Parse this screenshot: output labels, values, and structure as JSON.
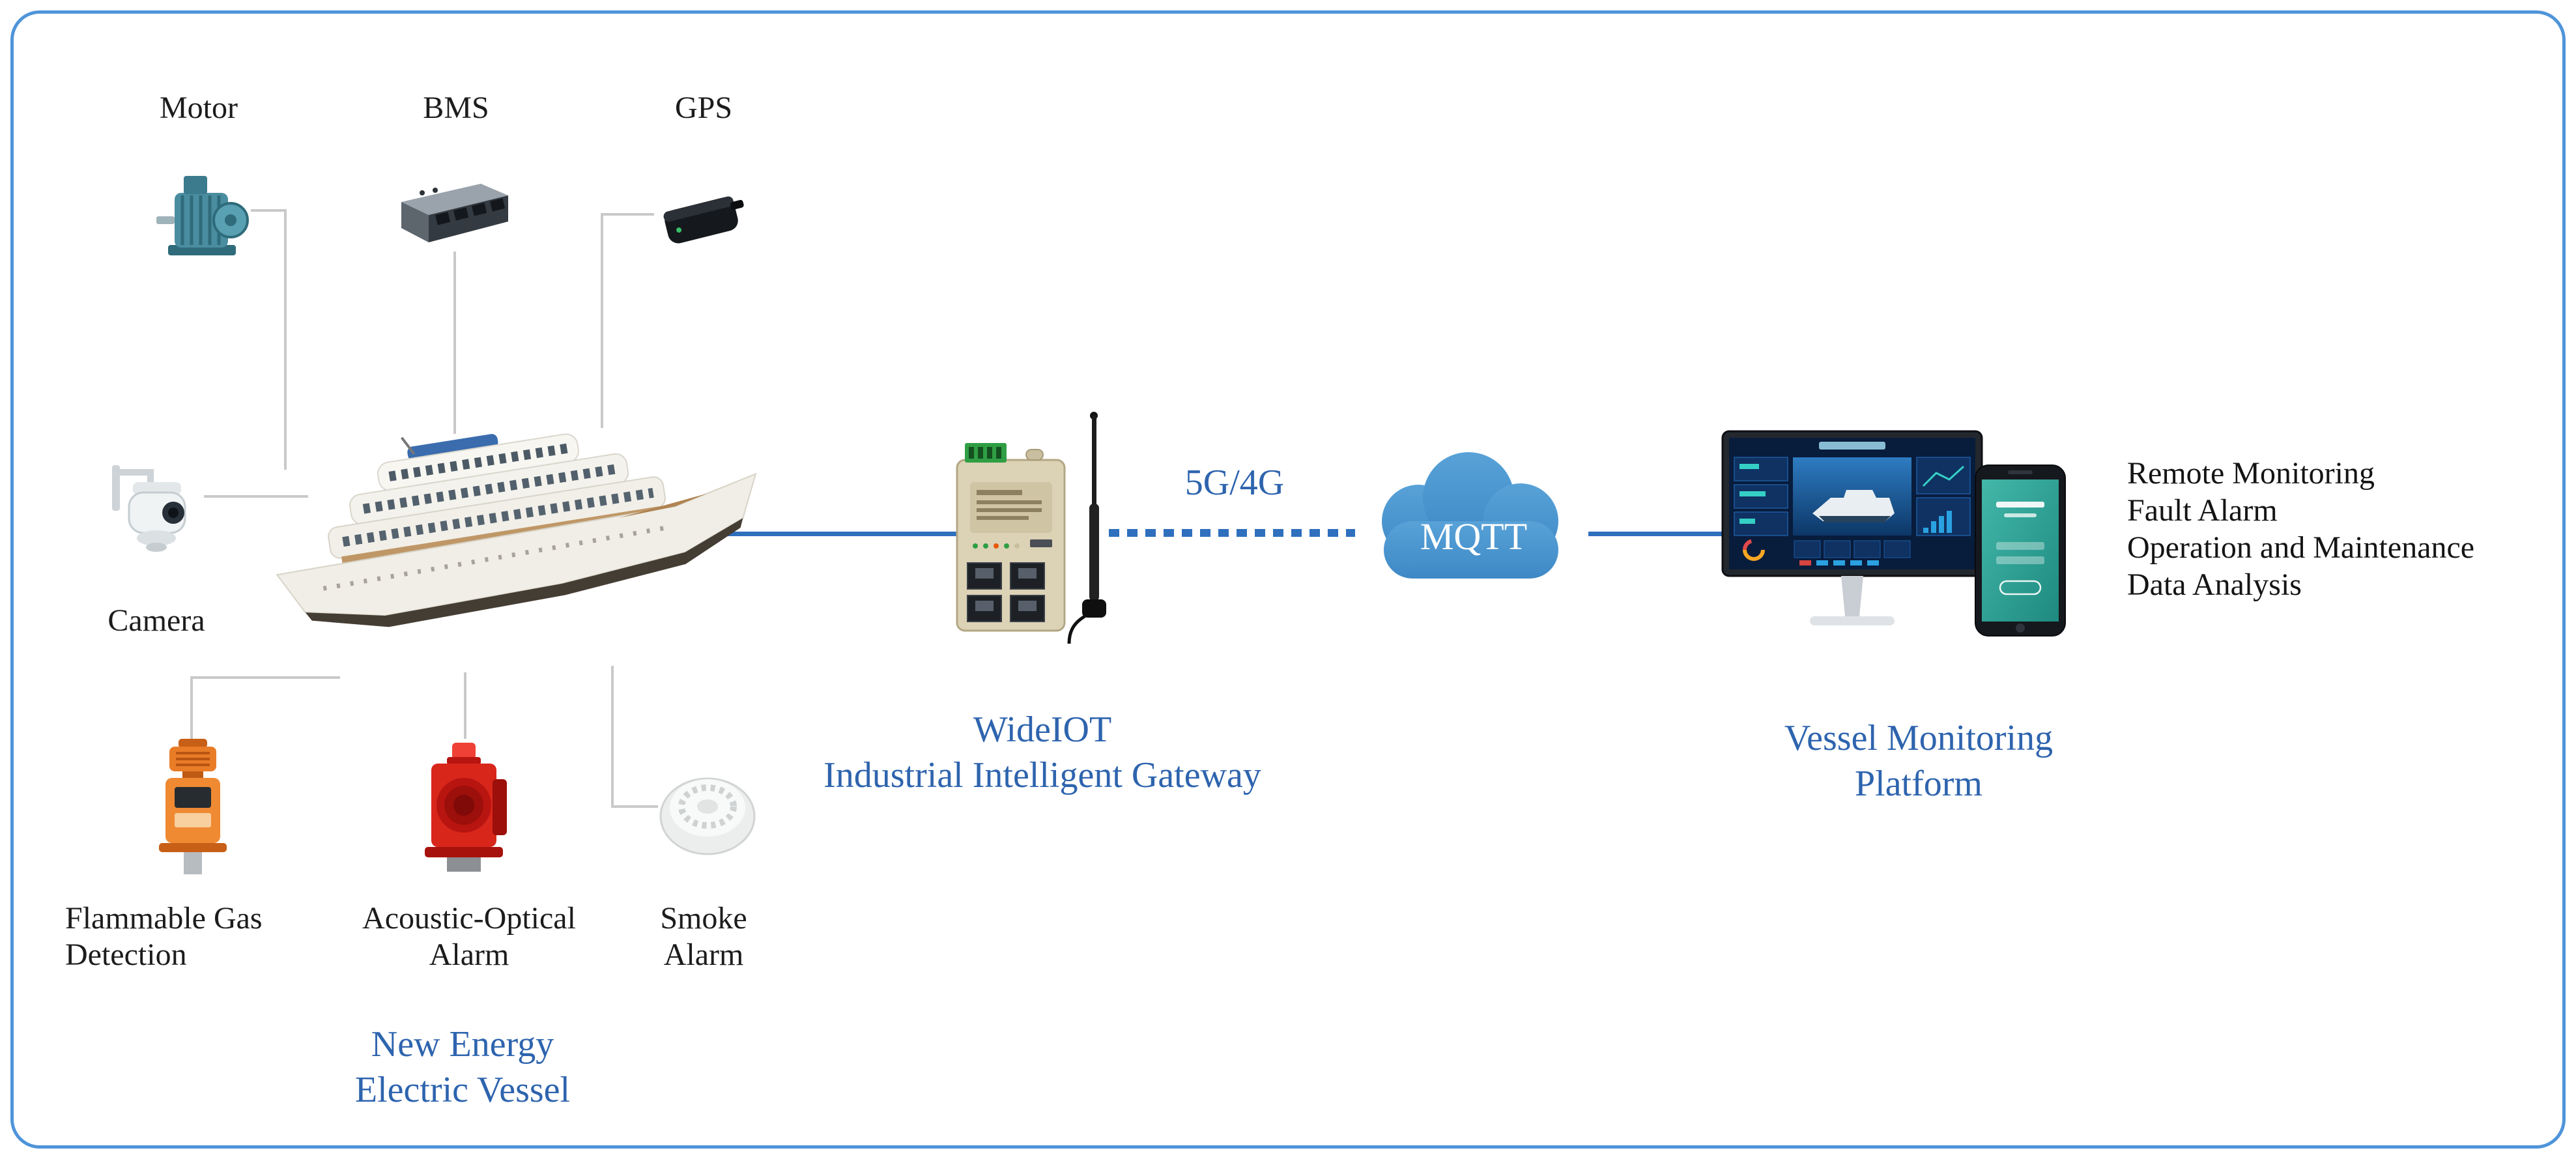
{
  "diagram": {
    "devices": [
      {
        "id": "motor",
        "label": "Motor"
      },
      {
        "id": "bms",
        "label": "BMS"
      },
      {
        "id": "gps",
        "label": "GPS"
      },
      {
        "id": "camera",
        "label": "Camera"
      },
      {
        "id": "flammable-gas-detection",
        "label": "Flammable Gas\nDetection"
      },
      {
        "id": "acoustic-optical-alarm",
        "label": "Acoustic-Optical\nAlarm"
      },
      {
        "id": "smoke-alarm",
        "label": "Smoke\nAlarm"
      }
    ],
    "vessel_label": "New Energy\nElectric Vessel",
    "gateway_label": "WideIOT\nIndustrial Intelligent Gateway",
    "link_label": "5G/4G",
    "cloud_label": "MQTT",
    "platform_label": "Vessel Monitoring\nPlatform",
    "features": [
      "Remote Monitoring",
      "Fault Alarm",
      "Operation and Maintenance",
      "Data Analysis"
    ],
    "icons": [
      "motor-icon",
      "bms-icon",
      "gps-icon",
      "camera-icon",
      "vessel-illustration",
      "gas-detector-icon",
      "acoustic-optical-alarm-icon",
      "smoke-alarm-icon",
      "gateway-device-icon",
      "antenna-icon",
      "cloud-icon",
      "monitor-icon",
      "smartphone-icon"
    ],
    "colors": {
      "accent_text": "#2e64ae",
      "frame_border": "#4f94d9",
      "connector_blue": "#2e6fbe",
      "connector_gray": "#c9c9c9",
      "cloud_fill": "#4796d1"
    }
  }
}
